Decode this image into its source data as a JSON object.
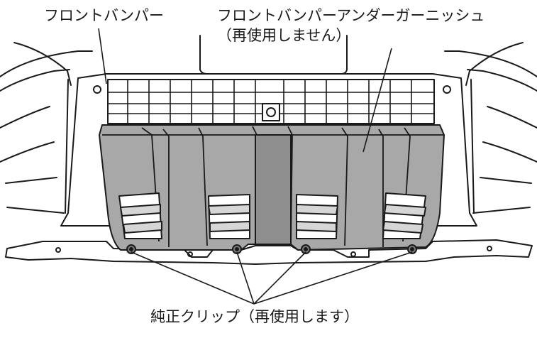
{
  "labels": {
    "front_bumper": "フロントバンパー",
    "under_garnish": "フロントバンパーアンダーガーニッシュ",
    "under_garnish_note": "（再使用しません）",
    "clip": "純正クリップ（再使用します）"
  },
  "colors": {
    "panel_fill": "#a8a8a8",
    "panel_dark": "#8f8f8f",
    "line": "#1a1a1a",
    "background": "#ffffff"
  }
}
